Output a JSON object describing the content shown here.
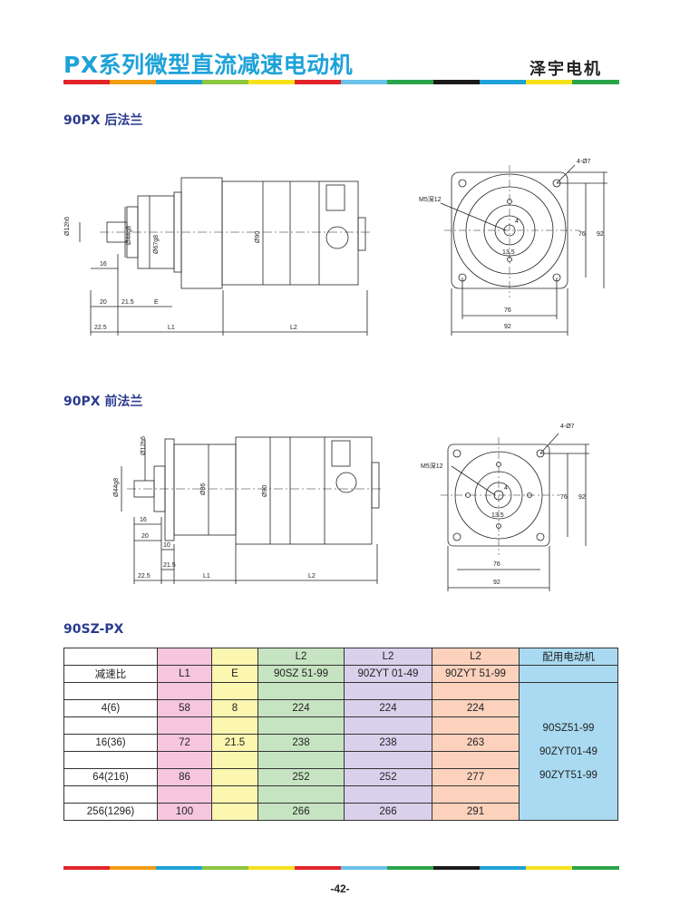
{
  "header": {
    "title": "PX系列微型直流减速电动机",
    "brand": "泽宇电机",
    "stripe_colors": [
      "#e2242a",
      "#f39c12",
      "#1ea2d8",
      "#8dc63f",
      "#f7e11b",
      "#e2242a",
      "#6cc1ea",
      "#2aa54a",
      "#1a1a1a",
      "#1ea2d8",
      "#f7e11b",
      "#2aa54a"
    ]
  },
  "sections": {
    "rear": "90PX 后法兰",
    "front": "90PX 前法兰",
    "table": "90SZ-PX"
  },
  "drawing_rear": {
    "side_dims": [
      "Ø12h6",
      "Ø44g8",
      "Ø67g8",
      "Ø90",
      "16",
      "20",
      "21.5",
      "E",
      "22.5",
      "L1",
      "L2"
    ],
    "end_dims": [
      "4-Ø7",
      "M5深12",
      "4",
      "13.5",
      "76",
      "92",
      "76",
      "92"
    ]
  },
  "drawing_front": {
    "side_dims": [
      "Ø12h6",
      "Ø44g8",
      "Ø86",
      "Ø90",
      "16",
      "20",
      "10",
      "21.5",
      "22.5",
      "L1",
      "L2"
    ],
    "end_dims": [
      "4-Ø7",
      "M5深12",
      "4",
      "13.5",
      "76",
      "92",
      "76",
      "92"
    ]
  },
  "table": {
    "header1": [
      "",
      "",
      "",
      "L2",
      "L2",
      "L2",
      "配用电动机"
    ],
    "header2": [
      "减速比",
      "L1",
      "E",
      "90SZ 51-99",
      "90ZYT 01-49",
      "90ZYT 51-99",
      ""
    ],
    "rows": [
      {
        "ratio": "4(6)",
        "l1": "58",
        "e": "8",
        "a": "224",
        "b": "224",
        "c": "224"
      },
      {
        "ratio": "16(36)",
        "l1": "72",
        "e": "21.5",
        "a": "238",
        "b": "238",
        "c": "263"
      },
      {
        "ratio": "64(216)",
        "l1": "86",
        "e": "",
        "a": "252",
        "b": "252",
        "c": "277"
      },
      {
        "ratio": "256(1296)",
        "l1": "100",
        "e": "",
        "a": "266",
        "b": "266",
        "c": "291"
      }
    ],
    "motors": [
      "90SZ51-99",
      "90ZYT01-49",
      "90ZYT51-99"
    ]
  },
  "footer": {
    "page": "-42-"
  }
}
